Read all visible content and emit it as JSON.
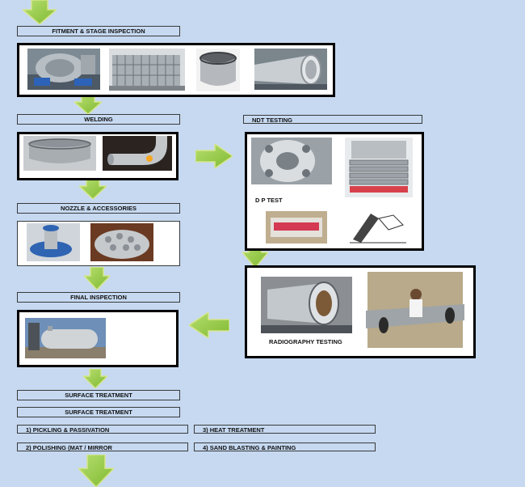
{
  "stages": {
    "fitment": "FITMENT & STAGE  INSPECTION",
    "welding": "WELDING",
    "ndt": "NDT TESTING",
    "nozzle": "NOZZLE & ACCESSORIES",
    "final": "FINAL INSPECTION",
    "surface_1": "SURFACE TREATMENT",
    "surface_2": "SURFACE TREATMENT"
  },
  "captions": {
    "dp_test": "D P TEST",
    "radiography": "RADIOGRAPHY TESTING"
  },
  "treatments": [
    "1) PICKLING & PASSIVATION",
    "3) HEAT TREATMENT",
    "2) POLISHING (MAT / MIRROR",
    "4) SAND BLASTING & PAINTING"
  ],
  "colors": {
    "background": "#c6d9f1",
    "arrow": "#8ec641",
    "arrow_outline": "#c4d86a"
  }
}
